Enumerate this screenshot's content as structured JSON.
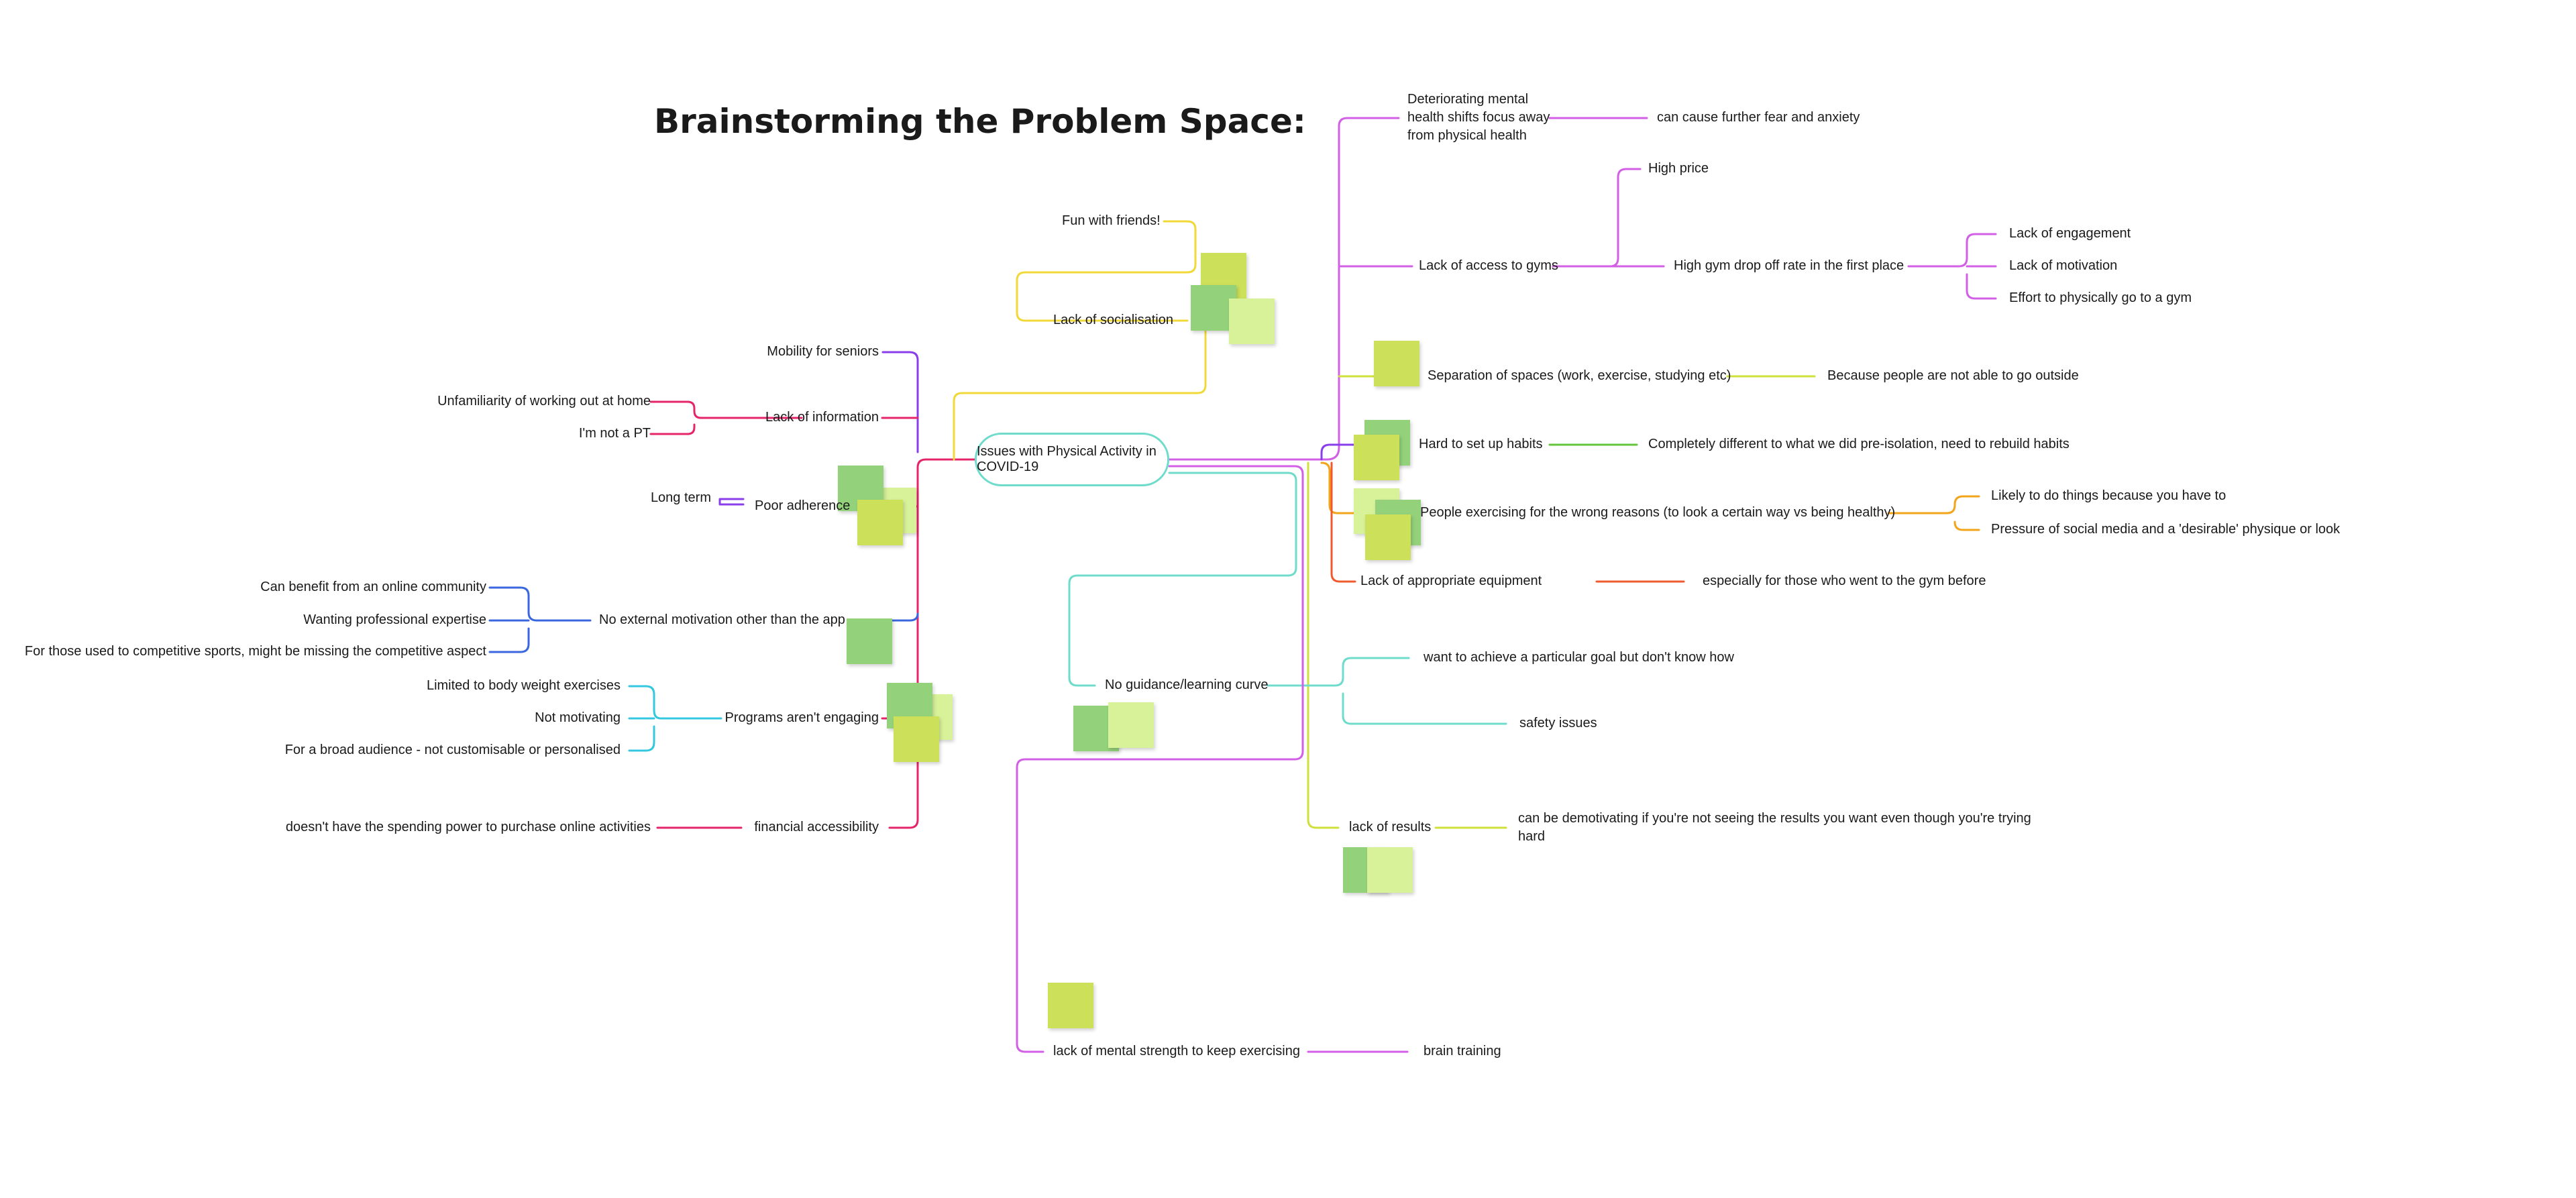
{
  "title": "Brainstorming the Problem Space:",
  "central_topic": "Issues with Physical Activity in COVID-19",
  "colors": {
    "yellow": "#f2d93a",
    "lime": "#cfe03a",
    "teal": "#6fdccb",
    "magenta": "#d25fe6",
    "crimson": "#e6246a",
    "violet": "#8a3dea",
    "blue": "#3a66e0",
    "cyan": "#33c8e0",
    "orange": "#f2a41a",
    "red_orange": "#ef5a2e",
    "green": "#63c43a",
    "sticky_green": "#93d27a",
    "sticky_yellow": "#cde05a",
    "sticky_light": "#d8f29a"
  },
  "left": {
    "socialisation": {
      "label": "Lack of socialisation",
      "child": "Fun with friends!"
    },
    "mobility": "Mobility for seniors",
    "information": {
      "label": "Lack of information",
      "children": [
        "Unfamiliarity of working out at home",
        "I'm not a PT"
      ]
    },
    "adherence": {
      "label": "Poor adherence",
      "child": "Long term"
    },
    "motivation": {
      "label": "No external motivation other than the app",
      "children": [
        "Can benefit from an online community",
        "Wanting professional expertise",
        "For those used to competitive sports, might be missing the competitive aspect"
      ]
    },
    "programs": {
      "label": "Programs aren't engaging",
      "children": [
        "Limited to body weight exercises",
        "Not motivating",
        "For a broad audience - not customisable or personalised"
      ]
    },
    "financial": {
      "label": "financial accessibility",
      "child": "doesn't have the spending power to purchase online activities"
    }
  },
  "right": {
    "mental_health": {
      "label": "Deteriorating mental health shifts focus away from physical health",
      "child": "can cause further fear and anxiety"
    },
    "gyms": {
      "label": "Lack of access to gyms",
      "children": [
        "High price",
        "High gym drop off rate in the first place"
      ],
      "dropoff_children": [
        "Lack of engagement",
        "Lack of motivation",
        "Effort to physically go to a gym"
      ]
    },
    "spaces": {
      "label": "Separation of spaces (work, exercise, studying etc)",
      "child": "Because people are not able to go outside"
    },
    "habits": {
      "label": "Hard to set up habits",
      "child": "Completely different to what we did pre-isolation, need to rebuild habits"
    },
    "wrong_reasons": {
      "label": "People exercising for the wrong reasons (to look a certain way vs being healthy)",
      "children": [
        "Likely to do things because you have to",
        "Pressure of social media and a 'desirable' physique or look"
      ]
    },
    "equipment": {
      "label": "Lack of appropriate equipment",
      "child": "especially for those who went to the gym before"
    },
    "guidance": {
      "label": "No guidance/learning curve",
      "children": [
        "want to achieve a particular goal but don't know how",
        "safety issues"
      ]
    },
    "results": {
      "label": "lack of results",
      "child": "can be demotivating if you're not seeing the results you want even though you're trying hard"
    },
    "mental_strength": {
      "label": "lack of mental strength to keep exercising",
      "child": "brain training"
    }
  }
}
